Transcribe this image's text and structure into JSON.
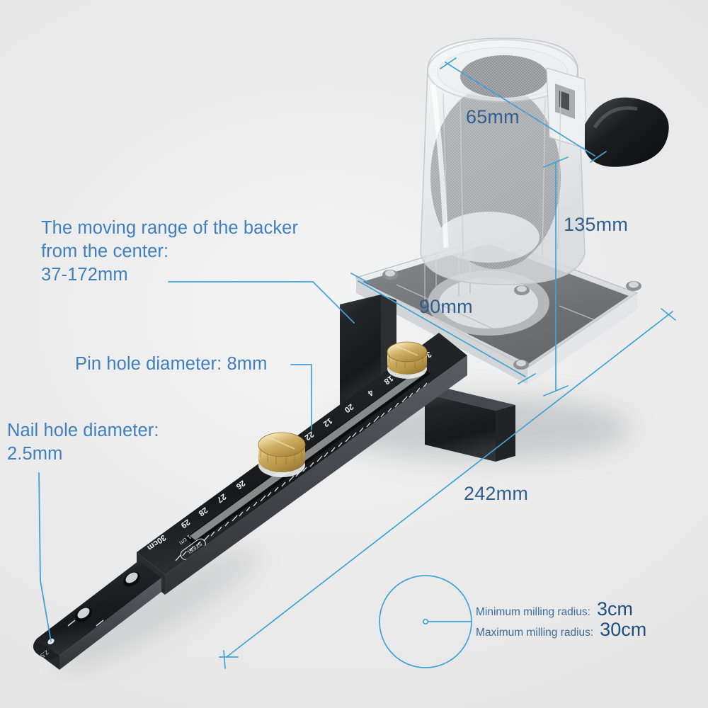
{
  "background_color": "#ededed",
  "accent_color": "#3f9fd0",
  "text_color": "#3f7fbe",
  "dim_text_color": "#2f5f8f",
  "product": {
    "brand": "Ganwei",
    "ruler_unit_label": "cm",
    "ruler_max_label": "30 cm",
    "ruler_min_label": "1 cm"
  },
  "annotations": {
    "moving_range": "The moving range of the backer\nfrom the center:\n37-172mm",
    "pin_hole": "Pin hole diameter: 8mm",
    "nail_hole": "Nail hole diameter:\n2.5mm"
  },
  "dimensions": {
    "cup_diameter": "65mm",
    "cup_height": "135mm",
    "base_width": "90mm",
    "total_length": "242mm"
  },
  "milling": {
    "min_label": "Minimum milling radius:",
    "min_value": "3cm",
    "max_label": "Maximum milling radius:",
    "max_value": "30cm"
  }
}
